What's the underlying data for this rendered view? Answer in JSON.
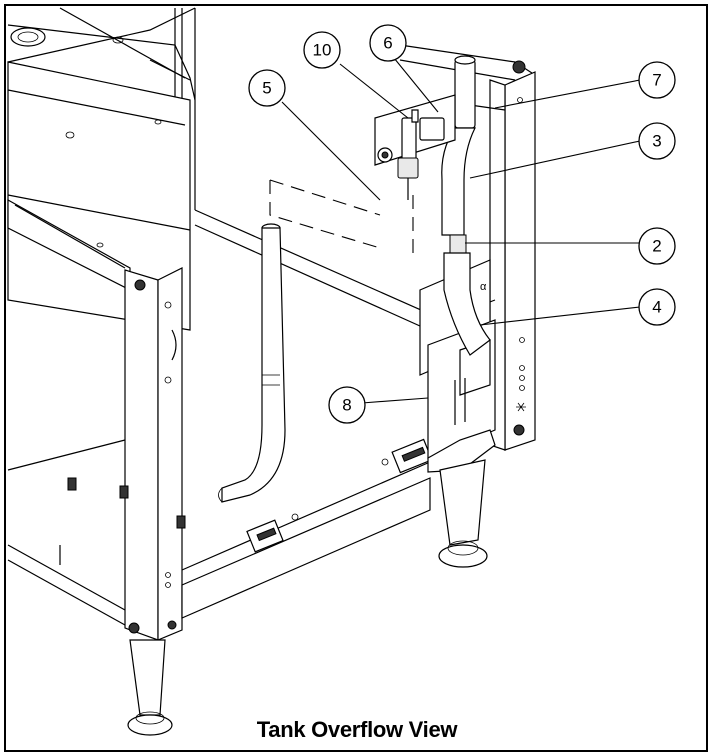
{
  "caption": "Tank Overflow View",
  "callouts": [
    {
      "id": "c10",
      "label": "10"
    },
    {
      "id": "c6",
      "label": "6"
    },
    {
      "id": "c5",
      "label": "5"
    },
    {
      "id": "c7",
      "label": "7"
    },
    {
      "id": "c3",
      "label": "3"
    },
    {
      "id": "c2",
      "label": "2"
    },
    {
      "id": "c4",
      "label": "4"
    },
    {
      "id": "c8",
      "label": "8"
    }
  ]
}
